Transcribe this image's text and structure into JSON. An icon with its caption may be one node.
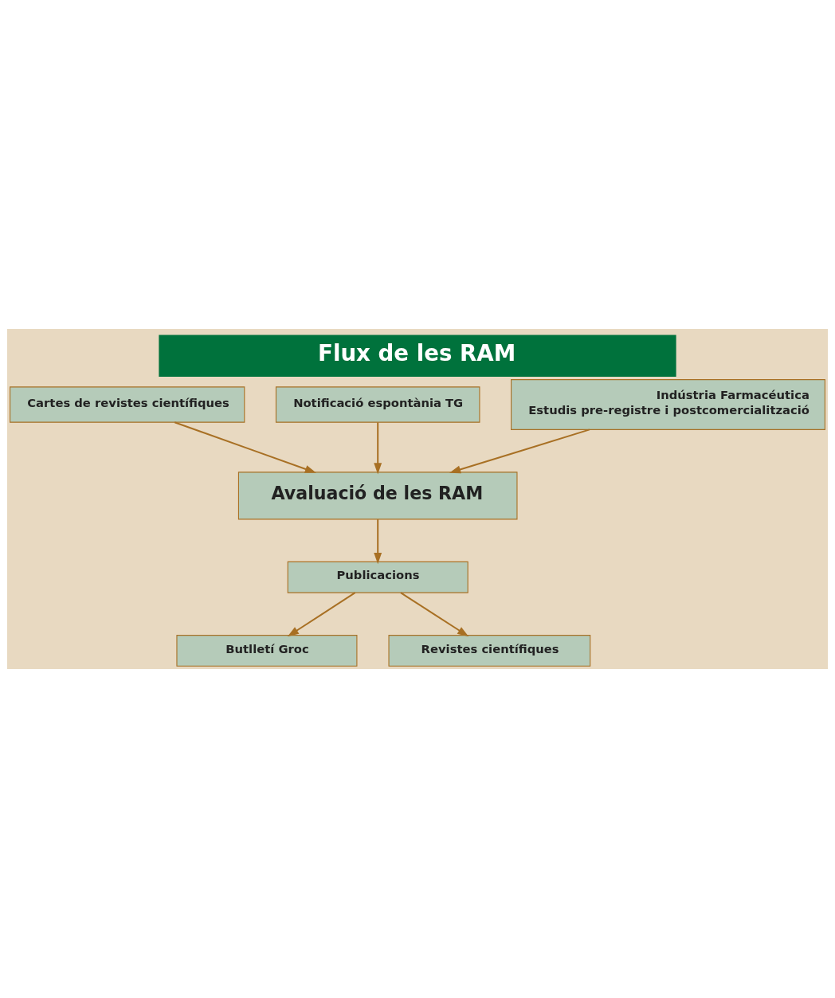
{
  "diagram": {
    "title": "Flux de les RAM",
    "nodes": [
      {
        "text": [
          "Cartes de revistes científiques"
        ]
      },
      {
        "text": [
          "Notificació espontània TG"
        ]
      },
      {
        "text": [
          "Indústria Farmacéutica",
          "Estudis pre-registre i postcomercialització"
        ]
      },
      {
        "text": [
          "Avaluació de les RAM"
        ]
      },
      {
        "text": [
          "Publicacions"
        ]
      },
      {
        "text": [
          "Butlletí Groc"
        ]
      },
      {
        "text": [
          "Revistes científiques"
        ]
      }
    ],
    "edges": [
      {
        "from": 0,
        "to": 3,
        "arrow": "to"
      },
      {
        "from": 1,
        "to": 3,
        "arrow": "to"
      },
      {
        "from": 2,
        "to": 3,
        "arrow": "to"
      },
      {
        "from": 3,
        "to": 4,
        "arrow": "to"
      },
      {
        "from": 4,
        "to": 5,
        "arrow": "to"
      },
      {
        "from": 4,
        "to": 6,
        "arrow": "to"
      }
    ]
  }
}
